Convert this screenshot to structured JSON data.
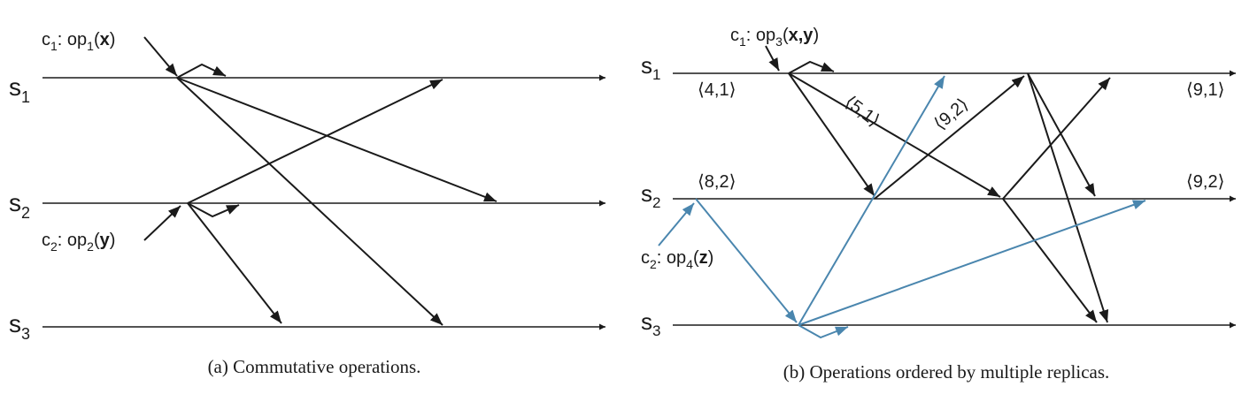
{
  "colors": {
    "black": "#1a1a1a",
    "blue": "#4a86ae"
  },
  "panel_a": {
    "caption": "(a) Commutative operations.",
    "servers": {
      "s1": {
        "letter": "s",
        "sub": "1"
      },
      "s2": {
        "letter": "s",
        "sub": "2"
      },
      "s3": {
        "letter": "s",
        "sub": "3"
      }
    },
    "client1": {
      "c": "c",
      "cs": "1",
      "mid": ": op",
      "os": "1",
      "arg": "x"
    },
    "client2": {
      "c": "c",
      "cs": "2",
      "mid": ": op",
      "os": "2",
      "arg": "y"
    }
  },
  "panel_b": {
    "caption": "(b) Operations ordered by multiple replicas.",
    "servers": {
      "s1": {
        "letter": "s",
        "sub": "1"
      },
      "s2": {
        "letter": "s",
        "sub": "2"
      },
      "s3": {
        "letter": "s",
        "sub": "3"
      }
    },
    "client1": {
      "c": "c",
      "cs": "1",
      "mid": ": op",
      "os": "3",
      "arg": "x,y"
    },
    "client2": {
      "c": "c",
      "cs": "2",
      "mid": ": op",
      "os": "4",
      "arg": "z"
    },
    "timestamps": {
      "t41": "⟨4,1⟩",
      "t91_right": "⟨9,1⟩",
      "t51": "⟨5,1⟩",
      "t92_mid": "⟨9,2⟩",
      "t82": "⟨8,2⟩",
      "t92_right": "⟨9,2⟩"
    }
  }
}
